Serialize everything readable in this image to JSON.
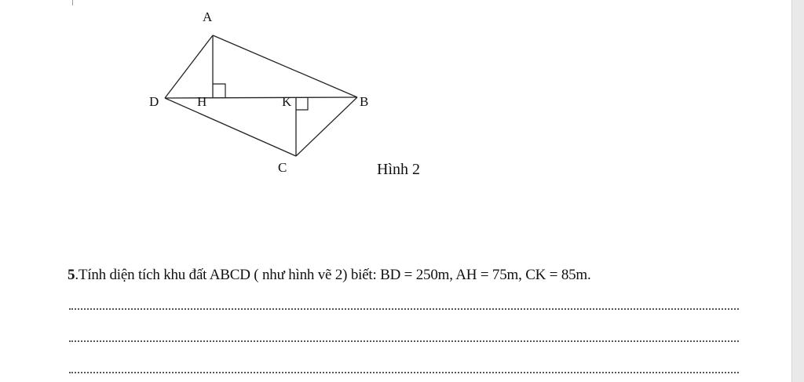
{
  "figure": {
    "points": {
      "A": "A",
      "B": "B",
      "C": "C",
      "D": "D",
      "H": "H",
      "K": "K"
    },
    "caption": "Hình 2"
  },
  "problem": {
    "number": "5",
    "text": ".Tính diện tích khu đất ABCD ( như hình vẽ 2) biết: BD = 250m, AH = 75m, CK = 85m."
  },
  "answer_lines": 3
}
